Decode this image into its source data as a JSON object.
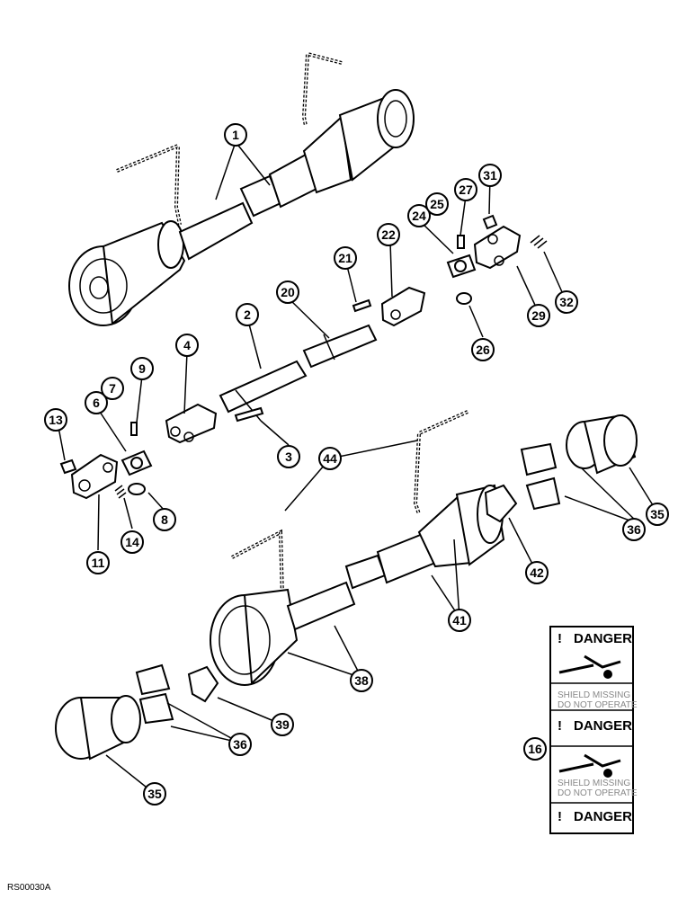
{
  "figure": {
    "reference_code": "RS00030A"
  },
  "callouts": [
    "1",
    "2",
    "3",
    "4",
    "6",
    "7",
    "8",
    "9",
    "11",
    "13",
    "14",
    "16",
    "20",
    "21",
    "22",
    "24",
    "25",
    "26",
    "27",
    "29",
    "31",
    "32",
    "35",
    "35",
    "36",
    "36",
    "38",
    "39",
    "41",
    "42",
    "44"
  ],
  "decal": {
    "labels": [
      "DANGER",
      "DANGER",
      "DANGER"
    ],
    "warning_text": "SHIELD MISSING\nDO NOT OPERATE"
  },
  "colors": {
    "ink": "#000000",
    "paper": "#ffffff"
  }
}
